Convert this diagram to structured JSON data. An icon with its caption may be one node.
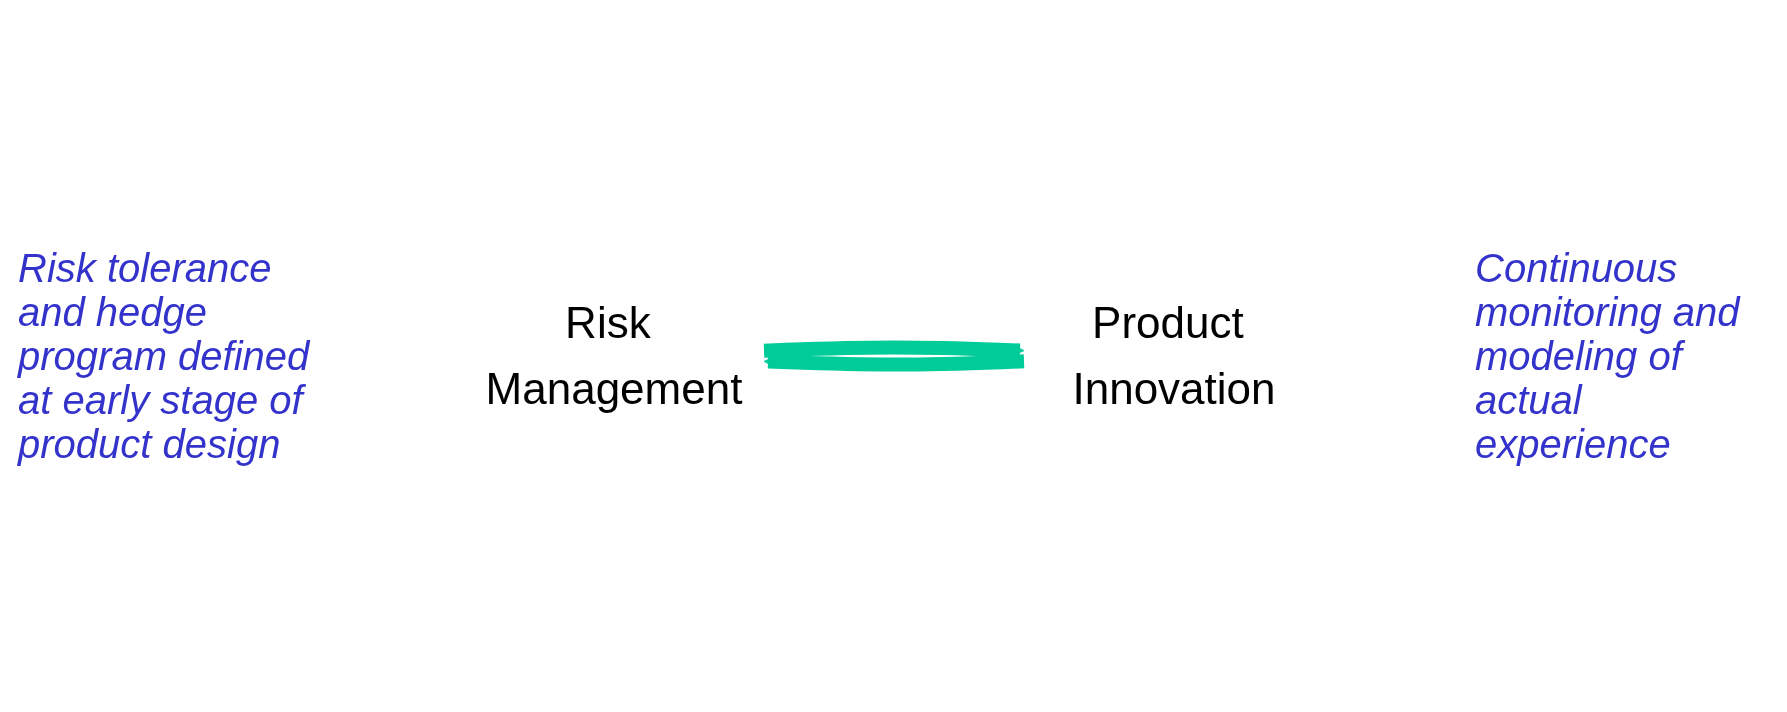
{
  "diagram": {
    "nodes": [
      {
        "text": [
          "Risk Management"
        ]
      },
      {
        "text": [
          "Product Innovation"
        ]
      }
    ],
    "edges": [
      {
        "from": 0,
        "to": 1,
        "arrow": "to"
      },
      {
        "from": 1,
        "to": 0,
        "arrow": "to"
      }
    ],
    "labels": [
      "Risk tolerance and hedge program defined at early stage of product design",
      "Continuous monitoring and modeling of actual experience"
    ]
  }
}
